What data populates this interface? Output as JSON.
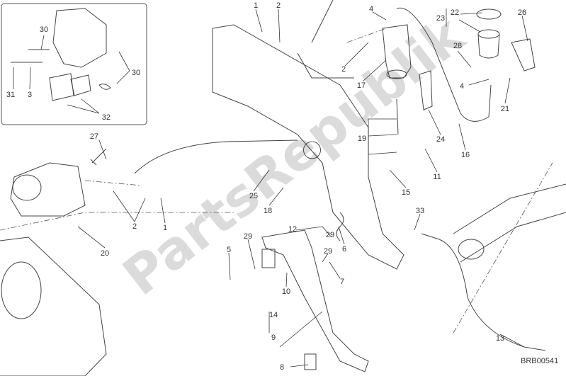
{
  "diagram": {
    "watermark": "PartsRepublik",
    "drawing_code": "BRB00541",
    "inset_labels": [
      "30",
      "31",
      "3",
      "30",
      "32"
    ],
    "labels": {
      "l1a": "1",
      "l2a": "2",
      "l4a": "4",
      "l23": "23",
      "l22": "22",
      "l26": "26",
      "l28": "28",
      "l4b": "4",
      "l21": "21",
      "l2b": "2",
      "l17": "17",
      "l24": "24",
      "l19": "19",
      "l16": "16",
      "l11": "11",
      "l15": "15",
      "l25": "25",
      "l18": "18",
      "l27": "27",
      "l2c": "2",
      "l1b": "1",
      "l20": "20",
      "l12": "12",
      "l6": "6",
      "l29a": "29",
      "l29b": "29",
      "l29c": "29",
      "l5": "5",
      "l7": "7",
      "l10": "10",
      "l14": "14",
      "l9": "9",
      "l8": "8",
      "l13": "13",
      "l33": "33"
    }
  }
}
